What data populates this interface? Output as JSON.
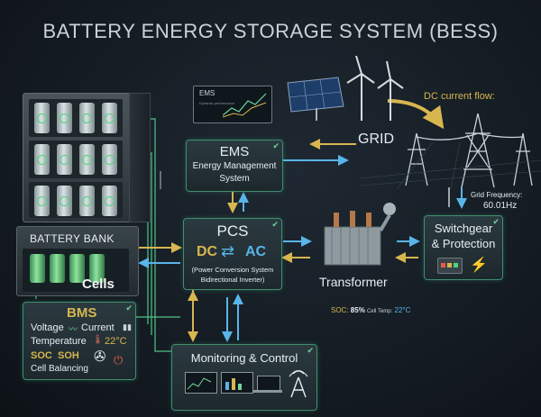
{
  "title": "BATTERY ENERGY STORAGE SYSTEM (BESS)",
  "ems_screen": {
    "title": "EMS",
    "subtitle": "Dynamic performance"
  },
  "dc_flow_label": "DC current flow:",
  "grid": {
    "label": "GRID",
    "frequency_label": "Grid Frequency:",
    "frequency_value": "60.01Hz"
  },
  "ems": {
    "title": "EMS",
    "line1": "Energy Management",
    "line2": "System"
  },
  "pcs": {
    "title": "PCS",
    "dc": "DC",
    "ac": "AC",
    "line1": "(Power Conversion System",
    "line2": "Bidirectional Inverter)"
  },
  "transformer": {
    "label": "Transformer"
  },
  "switchgear": {
    "line1": "Switchgear",
    "line2": "& Protection"
  },
  "battery_bank": {
    "label": "BATTERY BANK",
    "cells_label": "Cells"
  },
  "bms": {
    "title": "BMS",
    "voltage": "Voltage",
    "current": "Current",
    "temperature": "Temperature",
    "temp_value": "22°C",
    "soc": "SOC",
    "soh": "SOH",
    "balancing": "Cell Balancing"
  },
  "status": {
    "soc_label": "SOC:",
    "soc_value": "85%",
    "temp_label": "Cell Temp:",
    "temp_value": "22°C"
  },
  "monitoring": {
    "title": "Monitoring & Control"
  },
  "colors": {
    "accent_green": "#6fd89a",
    "flow_cyan": "#58b5e8",
    "flow_gold": "#d8b64f"
  }
}
